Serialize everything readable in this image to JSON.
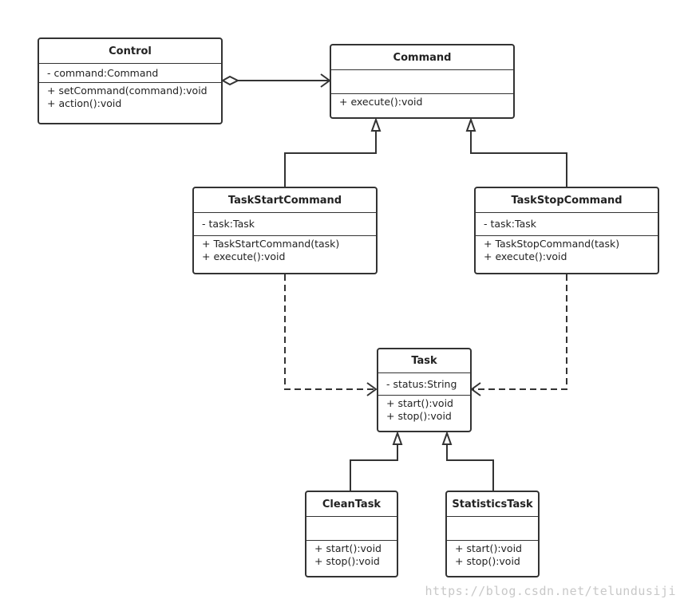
{
  "classes": {
    "control": {
      "name": "Control",
      "attributes": [
        "- command:Command"
      ],
      "operations": [
        "+ setCommand(command):void",
        "+ action():void"
      ]
    },
    "command": {
      "name": "Command",
      "attributes": [],
      "operations": [
        "+ execute():void"
      ]
    },
    "task_start_command": {
      "name": "TaskStartCommand",
      "attributes": [
        "- task:Task"
      ],
      "operations": [
        "+ TaskStartCommand(task)",
        "+ execute():void"
      ]
    },
    "task_stop_command": {
      "name": "TaskStopCommand",
      "attributes": [
        "- task:Task"
      ],
      "operations": [
        "+ TaskStopCommand(task)",
        "+ execute():void"
      ]
    },
    "task": {
      "name": "Task",
      "attributes": [
        "- status:String"
      ],
      "operations": [
        "+ start():void",
        "+ stop():void"
      ]
    },
    "clean_task": {
      "name": "CleanTask",
      "attributes": [],
      "operations": [
        "+ start():void",
        "+ stop():void"
      ]
    },
    "statistics_task": {
      "name": "StatisticsTask",
      "attributes": [],
      "operations": [
        "+ start():void",
        "+ stop():void"
      ]
    }
  },
  "relations": [
    {
      "type": "aggregation",
      "from": "Control",
      "to": "Command"
    },
    {
      "type": "generalization",
      "from": "TaskStartCommand",
      "to": "Command"
    },
    {
      "type": "generalization",
      "from": "TaskStopCommand",
      "to": "Command"
    },
    {
      "type": "dependency",
      "from": "TaskStartCommand",
      "to": "Task"
    },
    {
      "type": "dependency",
      "from": "TaskStopCommand",
      "to": "Task"
    },
    {
      "type": "generalization",
      "from": "CleanTask",
      "to": "Task"
    },
    {
      "type": "generalization",
      "from": "StatisticsTask",
      "to": "Task"
    }
  ],
  "watermark": "https://blog.csdn.net/telundusiji",
  "colors": {
    "line": "#333333",
    "text": "#222222",
    "watermark": "#c8c8c8"
  }
}
